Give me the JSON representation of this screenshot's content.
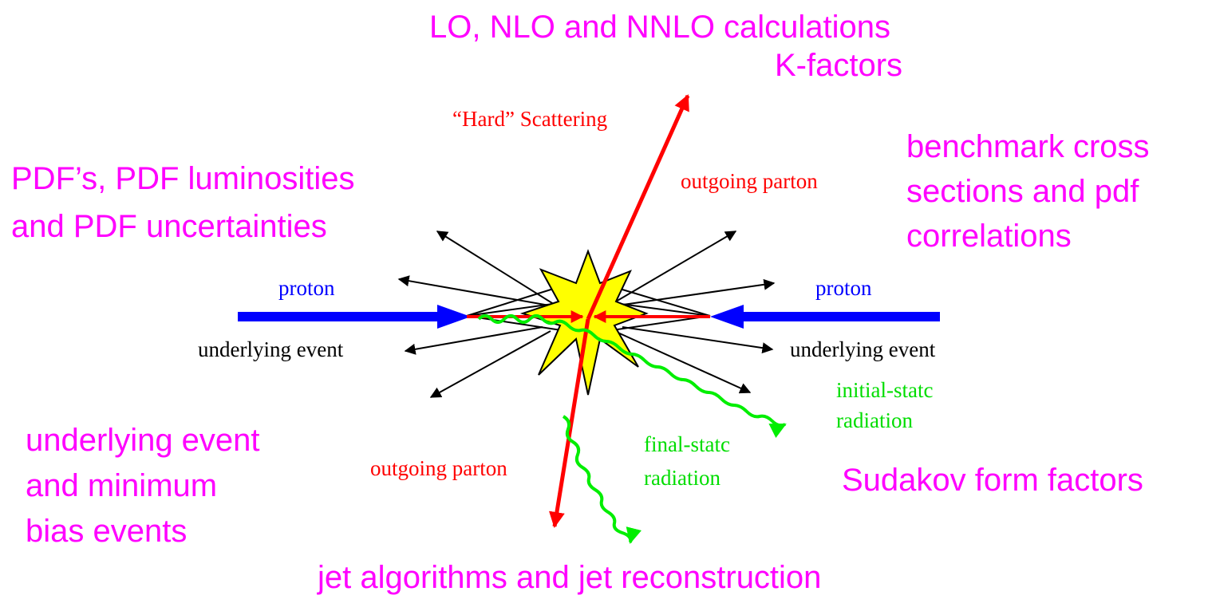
{
  "colors": {
    "annotation": "#ff00ff",
    "proton": "#0000ff",
    "hard": "#ff0000",
    "radiation": "#00ee00",
    "underlying": "#000000",
    "star_fill": "#ffff00"
  },
  "annotations": {
    "top_line1": "LO, NLO and NNLO calculations",
    "top_line2": "K-factors",
    "pdf_line1": "PDF’s, PDF luminosities",
    "pdf_line2": "and PDF uncertainties",
    "bench_line1": "benchmark cross",
    "bench_line2": "sections and pdf",
    "bench_line3": "correlations",
    "ue_line1": "underlying event",
    "ue_line2": "and minimum",
    "ue_line3": "bias events",
    "sudakov": "Sudakov form factors",
    "jet": "jet algorithms and jet reconstruction"
  },
  "diagram": {
    "hard_scattering": "“Hard” Scattering",
    "outgoing_parton_top": "outgoing parton",
    "outgoing_parton_bottom": "outgoing parton",
    "proton_left": "proton",
    "proton_right": "proton",
    "underlying_left": "underlying event",
    "underlying_right": "underlying event",
    "isr_line1": "initial-statc",
    "isr_line2": "radiation",
    "fsr_line1": "final-statc",
    "fsr_line2": "radiation"
  }
}
